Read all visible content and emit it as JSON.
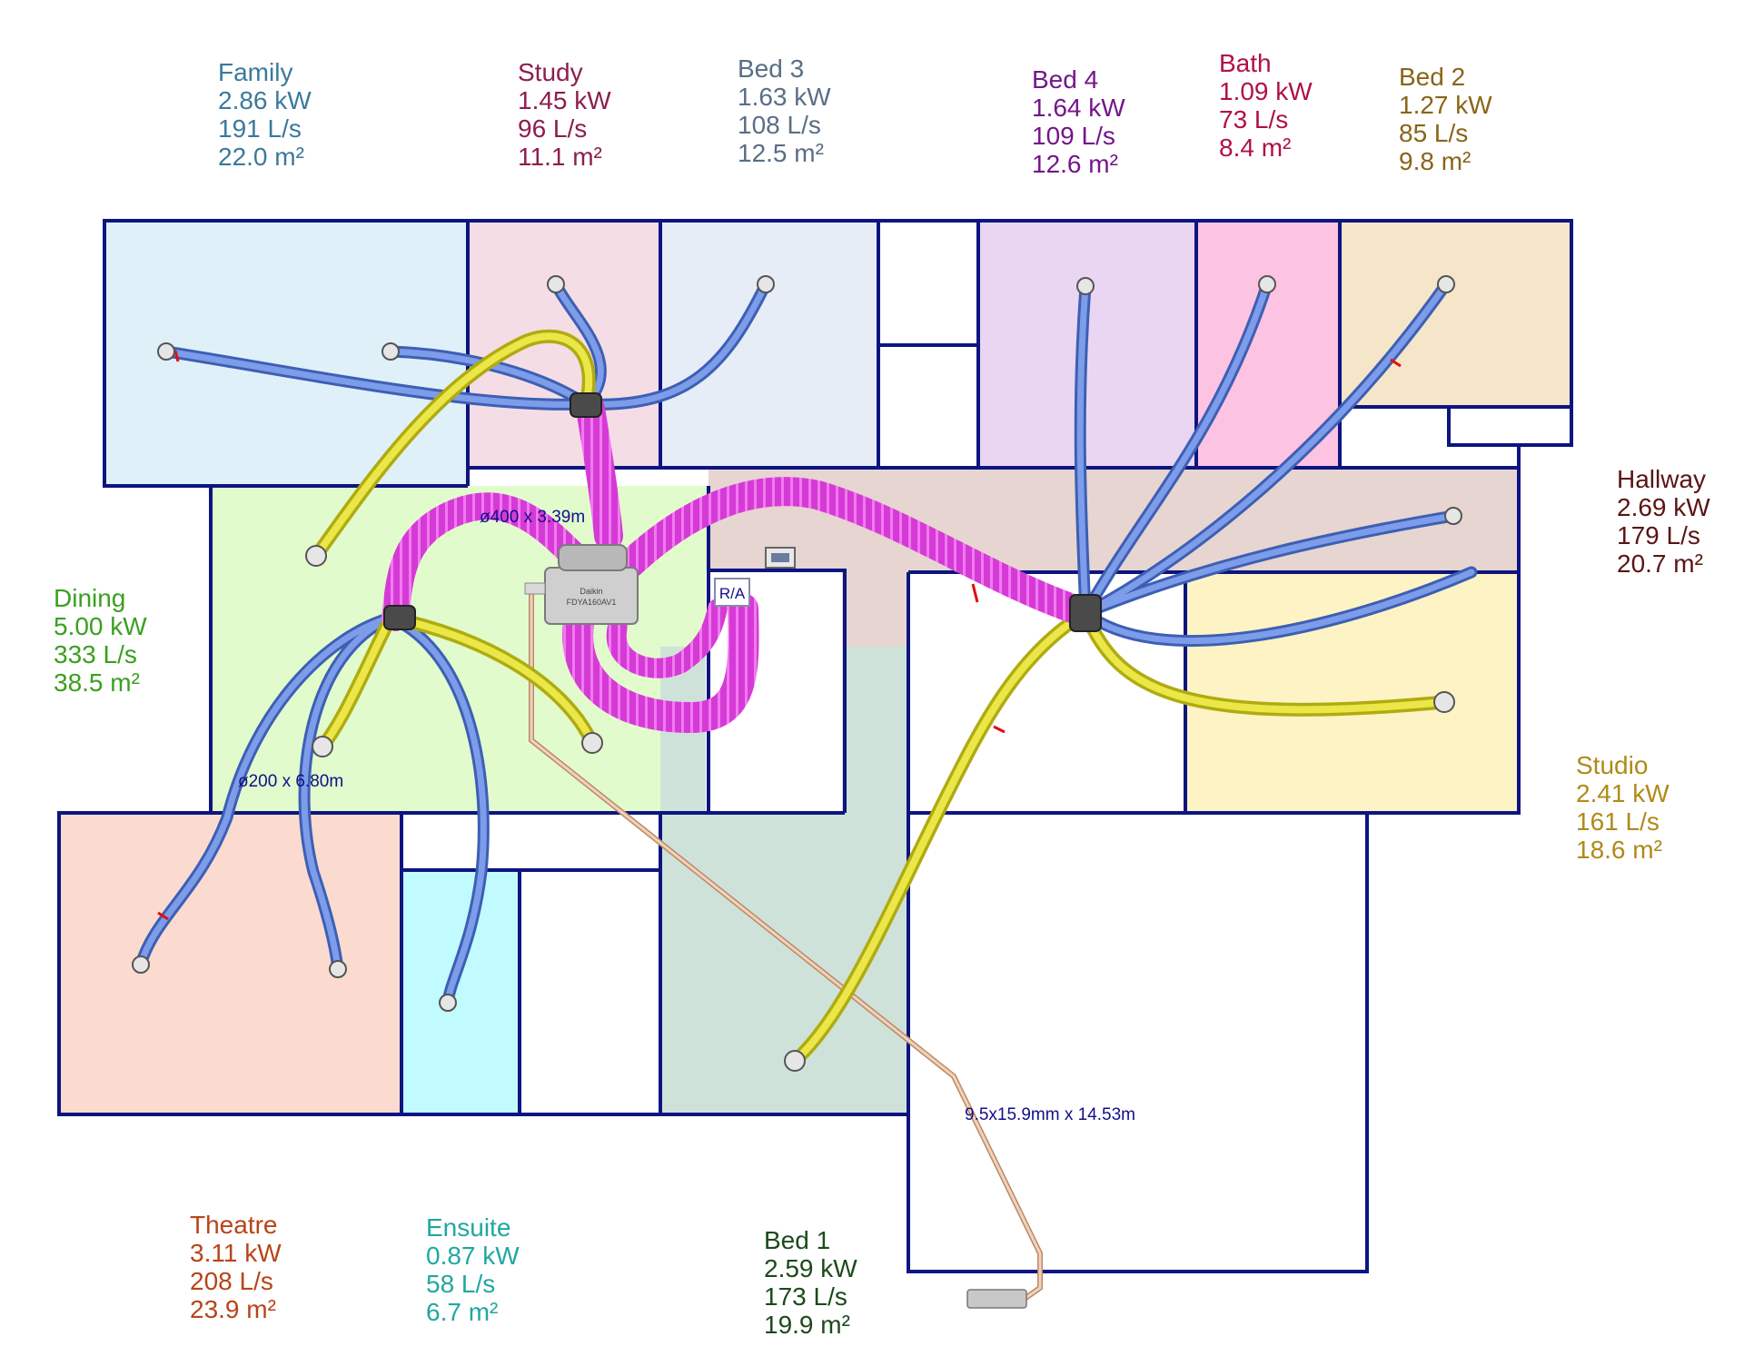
{
  "rooms": [
    {
      "id": "family",
      "name": "Family",
      "kw": "2.86 kW",
      "ls": "191 L/s",
      "area": "22.0 m²",
      "color": "#3a7a9c"
    },
    {
      "id": "study",
      "name": "Study",
      "kw": "1.45 kW",
      "ls": "96 L/s",
      "area": "11.1 m²",
      "color": "#8c1e4e"
    },
    {
      "id": "bed3",
      "name": "Bed 3",
      "kw": "1.63 kW",
      "ls": "108 L/s",
      "area": "12.5 m²",
      "color": "#5a6e86"
    },
    {
      "id": "bed4",
      "name": "Bed 4",
      "kw": "1.64 kW",
      "ls": "109 L/s",
      "area": "12.6 m²",
      "color": "#74168c"
    },
    {
      "id": "bath",
      "name": "Bath",
      "kw": "1.09 kW",
      "ls": "73 L/s",
      "area": "8.4 m²",
      "color": "#b0104a"
    },
    {
      "id": "bed2",
      "name": "Bed 2",
      "kw": "1.27 kW",
      "ls": "85 L/s",
      "area": "9.8 m²",
      "color": "#8a6418"
    },
    {
      "id": "hallway",
      "name": "Hallway",
      "kw": "2.69 kW",
      "ls": "179 L/s",
      "area": "20.7 m²",
      "color": "#5a1414"
    },
    {
      "id": "dining",
      "name": "Dining",
      "kw": "5.00 kW",
      "ls": "333 L/s",
      "area": "38.5 m²",
      "color": "#3aa020"
    },
    {
      "id": "studio",
      "name": "Studio",
      "kw": "2.41 kW",
      "ls": "161 L/s",
      "area": "18.6 m²",
      "color": "#b08a18"
    },
    {
      "id": "theatre",
      "name": "Theatre",
      "kw": "3.11 kW",
      "ls": "208 L/s",
      "area": "23.9 m²",
      "color": "#b84418"
    },
    {
      "id": "ensuite",
      "name": "Ensuite",
      "kw": "0.87 kW",
      "ls": "58 L/s",
      "area": "6.7 m²",
      "color": "#20a8a0"
    },
    {
      "id": "bed1",
      "name": "Bed 1",
      "kw": "2.59 kW",
      "ls": "173 L/s",
      "area": "19.9 m²",
      "color": "#1c4a1c"
    }
  ],
  "duct_tags": {
    "main": "ø400 x 3.39m",
    "branch": "ø200 x 6.80m",
    "pipe": "9.5x15.9mm x 14.53m",
    "return_air": "R/A"
  },
  "unit": {
    "brand": "Daikin",
    "model": "FDYA160AV1"
  },
  "colors": {
    "wall": "#0d1580",
    "main_duct": "#d83ad8",
    "supply_blue": "#5b7fd6",
    "supply_yellow": "#e2dd30",
    "pipe": "#e0b896"
  }
}
